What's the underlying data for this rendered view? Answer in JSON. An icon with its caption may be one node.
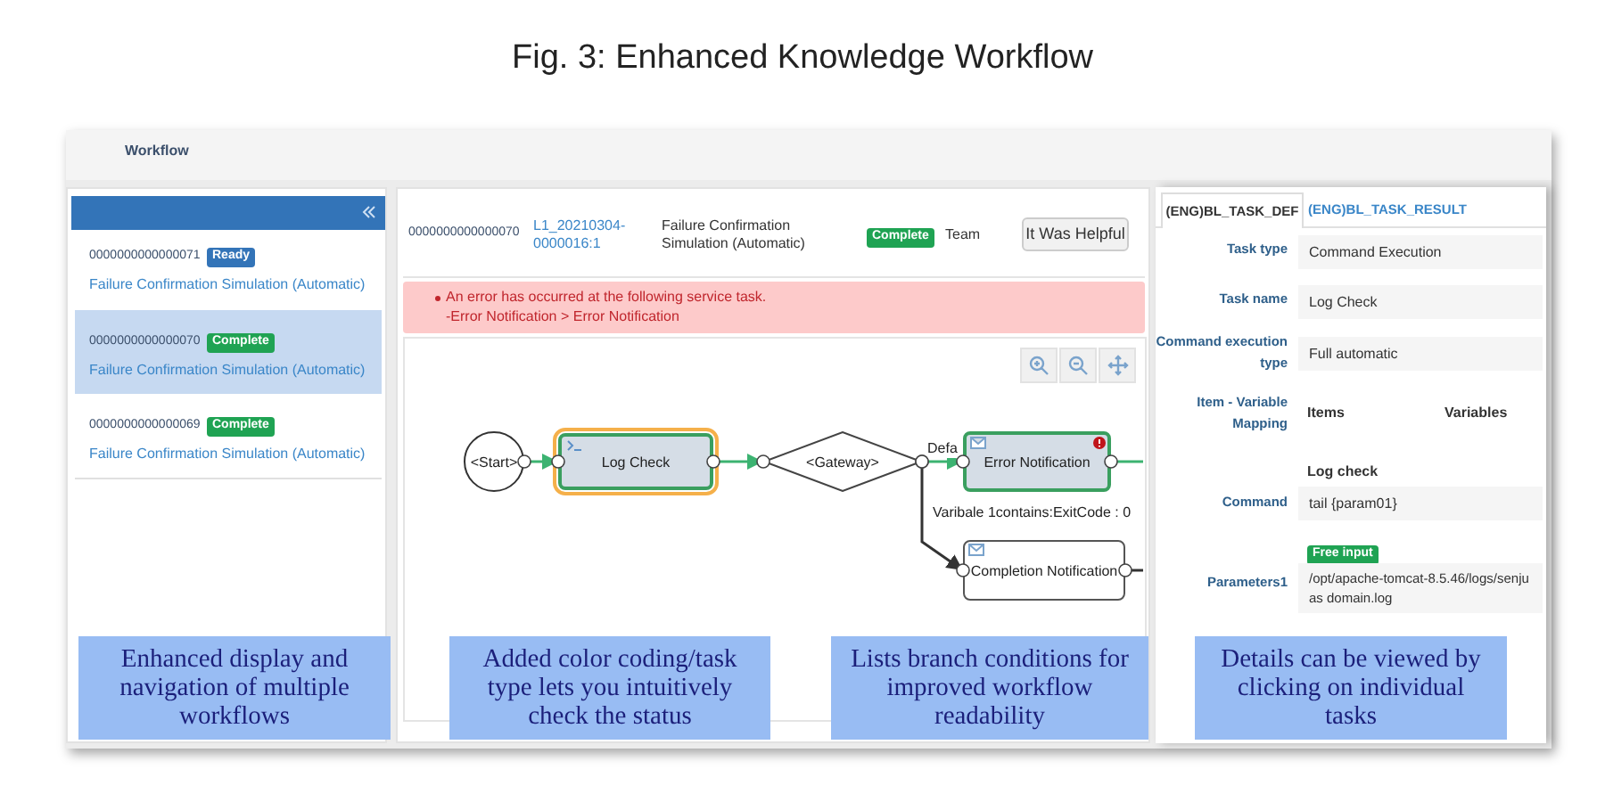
{
  "diagram": {
    "title": "Fig. 3: Enhanced Knowledge Workflow",
    "nodes": [
      {
        "text": [
          "<Start>"
        ]
      },
      {
        "text": [
          "Log Check"
        ]
      },
      {
        "text": [
          "<Gateway>"
        ]
      },
      {
        "text": [
          "Error Notification"
        ]
      },
      {
        "text": [
          "Completion Notification"
        ]
      },
      {
        "text": [
          "Enhanced display and navigation of multiple workflows"
        ]
      },
      {
        "text": [
          "Added color coding/task type lets you intuitively check the status"
        ]
      },
      {
        "text": [
          "Lists branch conditions for improved workflow readability"
        ]
      },
      {
        "text": [
          "Details can be viewed by clicking on individual tasks"
        ]
      }
    ],
    "edges": [
      {
        "from": 0,
        "to": 1,
        "arrow": "to"
      },
      {
        "from": 1,
        "to": 2,
        "arrow": "to"
      },
      {
        "from": 2,
        "to": 3,
        "arrow": "to",
        "label": "Defa"
      },
      {
        "from": 2,
        "to": 4,
        "arrow": "to",
        "label": "Varibale 1contains:ExitCode : 0",
        "color": "#333333"
      },
      {
        "from": 3,
        "to": null,
        "arrow": "none"
      },
      {
        "from": 4,
        "to": null,
        "arrow": "none",
        "color": "#333333"
      }
    ],
    "labels": [
      "Workflow",
      "0000000000000071",
      "Ready",
      "Failure Confirmation Simulation (Automatic)",
      "0000000000000070",
      "Complete",
      "Failure Confirmation Simulation (Automatic)",
      "0000000000000069",
      "Complete",
      "Failure Confirmation Simulation (Automatic)",
      "0000000000000070",
      "L1_20210304-0000016:1",
      "Failure Confirmation Simulation (Automatic)",
      "Complete",
      "Team",
      "It Was Helpful",
      "An error has occurred at the following service task.",
      "-Error Notification > Error Notification",
      "(ENG)BL_TASK_DEF",
      "(ENG)BL_TASK_RESULT",
      "Task type",
      "Command Execution",
      "Task name",
      "Log Check",
      "Command execution type",
      "Full automatic",
      "Item - Variable Mapping",
      "Items",
      "Variables",
      "Command",
      "Log check",
      "tail {param01}",
      "Free input",
      "Parameters1",
      "/opt/apache-tomcat-8.5.46/logs/senjuas domain.log"
    ]
  }
}
